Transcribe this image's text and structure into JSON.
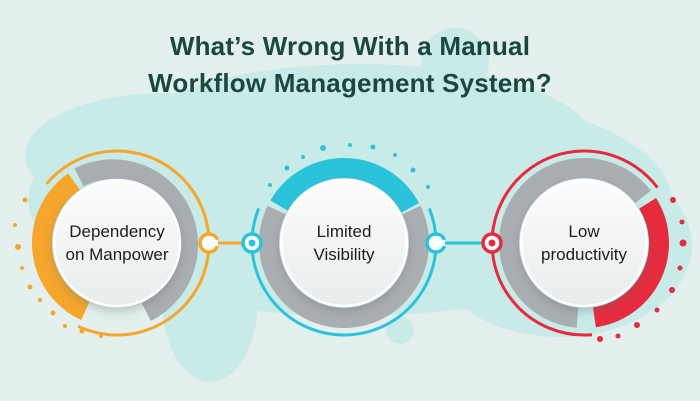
{
  "title": {
    "line1": "What’s Wrong With a Manual",
    "line2": "Workflow Management System?"
  },
  "steps": [
    {
      "id": "dependency-on-manpower",
      "label": "Dependency on Manpower",
      "accent_color": "#F5A62B",
      "ring_color": "#A9AEB2",
      "accent_position": "left"
    },
    {
      "id": "limited-visibility",
      "label": "Limited Visibility",
      "accent_color": "#2BC3DC",
      "ring_color": "#A9AEB2",
      "accent_position": "top"
    },
    {
      "id": "low-productivity",
      "label": "Low productivity",
      "accent_color": "#E62B3E",
      "ring_color": "#A9AEB2",
      "accent_position": "right"
    }
  ],
  "colors": {
    "background": "#E4F0ED",
    "blob": "#C9EBE8",
    "title_text": "#1A4740",
    "label_text": "#1D1D1F",
    "inner_circle_top": "#FCFDFD",
    "inner_circle_bottom": "#E9ECEC",
    "connector_line_1": "#F5A62B",
    "connector_line_2": "#2BC3DC"
  }
}
